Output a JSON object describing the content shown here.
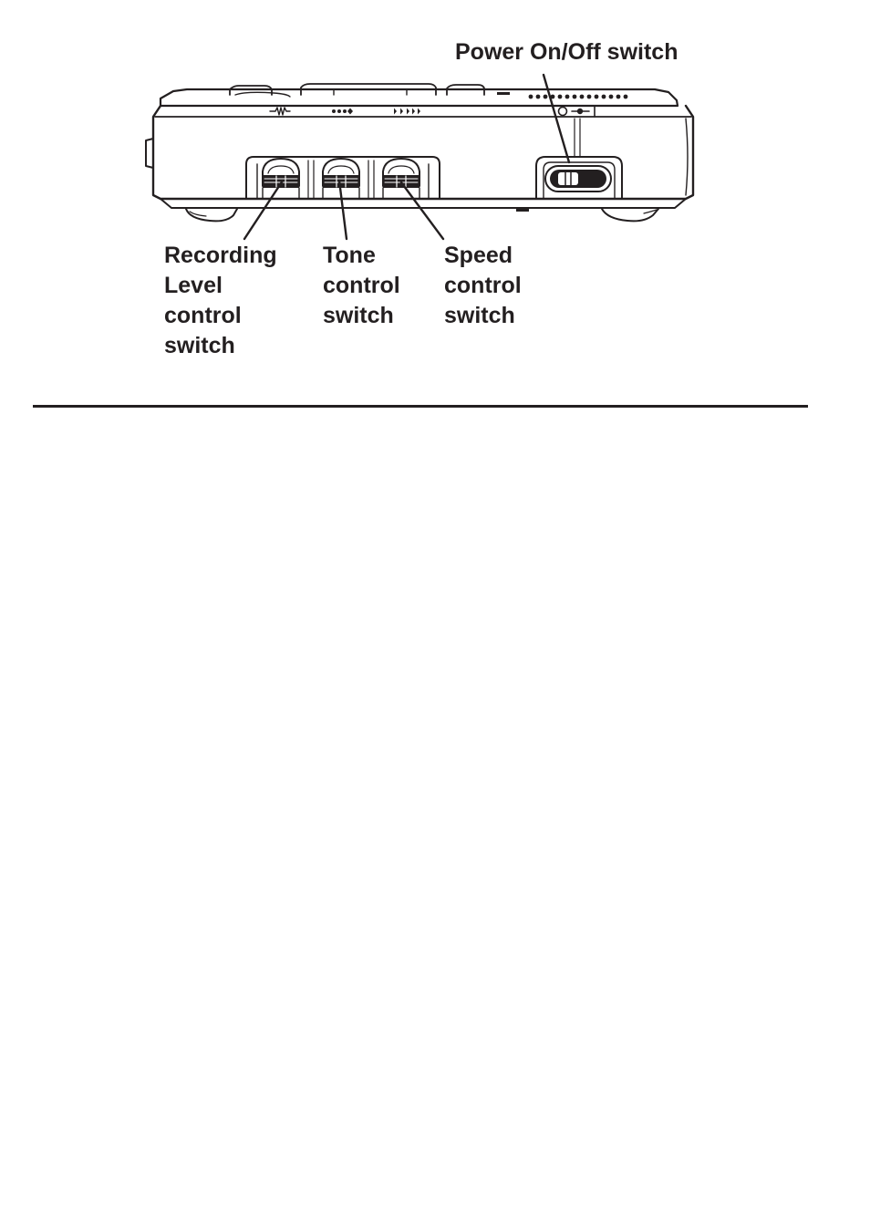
{
  "labels": {
    "power": "Power On/Off switch",
    "recording": [
      "Recording",
      "Level",
      "control",
      "switch"
    ],
    "tone": [
      "Tone",
      "control",
      "switch"
    ],
    "speed": [
      "Speed",
      "control",
      "switch"
    ]
  },
  "device": {
    "power_mark_off": "O",
    "power_mark_on": "I"
  },
  "colors": {
    "ink": "#231f20",
    "background": "#ffffff"
  }
}
